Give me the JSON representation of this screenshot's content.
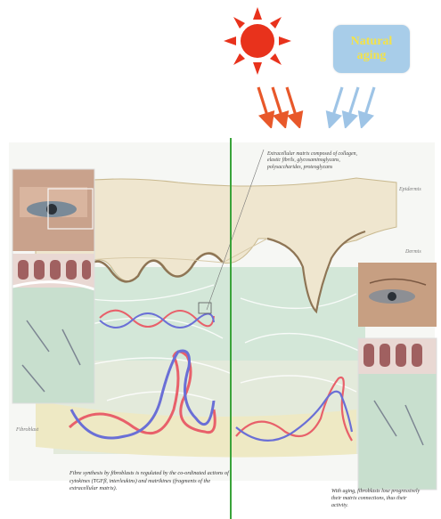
{
  "natural_aging": {
    "line1": "Natural",
    "line2": "aging"
  },
  "annotations": {
    "extracellular_matrix": "Extracellular matrix composed of collagen, elastic fibrils, glycosaminoglycans, polysaccharides, proteoglycans",
    "epidermis": "Epidermis",
    "dermis": "Dermis",
    "fibroblast": "Fibroblast"
  },
  "captions": {
    "left": "Fibre synthesis by fibroblasts is regulated by the co-ordinated actions of cytokines (TGFβ, interleukins) and matrikines (fragments of the extracellular matrix).",
    "right": "With aging, fibroblasts lose progressively their matrix connections, thus their activity."
  },
  "colors": {
    "sun": "#e8321c",
    "sun_arrows": "#e8582a",
    "aging_box": "#a8cde9",
    "aging_text": "#f3e24a",
    "aging_arrows": "#9ec4e6",
    "divider": "#3aa33a",
    "dermis": "#cfe5d4",
    "red_fiber": "#e8606a",
    "blue_fiber": "#6a6fd6"
  }
}
